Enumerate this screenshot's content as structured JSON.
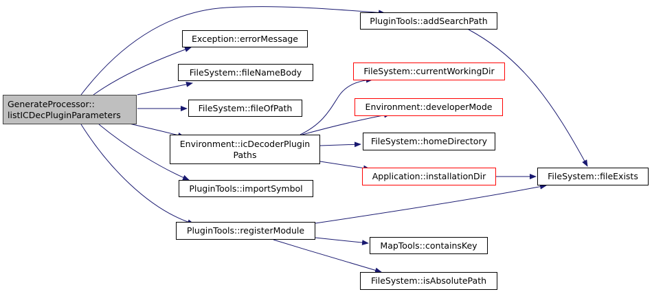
{
  "colors": {
    "edge": "#191970",
    "node_border": "#000000",
    "node_border_warning": "#ff0000",
    "root_fill": "#bfbfbf",
    "background": "#ffffff"
  },
  "nodes": {
    "root": {
      "line1": "GenerateProcessor::",
      "line2": "listICDecPluginParameters"
    },
    "addSearchPath": {
      "label": "PluginTools::addSearchPath"
    },
    "errorMessage": {
      "label": "Exception::errorMessage"
    },
    "fileNameBody": {
      "label": "FileSystem::fileNameBody"
    },
    "fileOfPath": {
      "label": "FileSystem::fileOfPath"
    },
    "icDecoderPluginPaths": {
      "line1": "Environment::icDecoderPlugin",
      "line2": "Paths"
    },
    "importSymbol": {
      "label": "PluginTools::importSymbol"
    },
    "registerModule": {
      "label": "PluginTools::registerModule"
    },
    "currentWorkingDir": {
      "label": "FileSystem::currentWorkingDir"
    },
    "developerMode": {
      "label": "Environment::developerMode"
    },
    "homeDirectory": {
      "label": "FileSystem::homeDirectory"
    },
    "installationDir": {
      "label": "Application::installationDir"
    },
    "fileExists": {
      "label": "FileSystem::fileExists"
    },
    "containsKey": {
      "label": "MapTools::containsKey"
    },
    "isAbsolutePath": {
      "label": "FileSystem::isAbsolutePath"
    }
  },
  "edges": [
    {
      "from": "root",
      "to": "addSearchPath"
    },
    {
      "from": "root",
      "to": "errorMessage"
    },
    {
      "from": "root",
      "to": "fileNameBody"
    },
    {
      "from": "root",
      "to": "fileOfPath"
    },
    {
      "from": "root",
      "to": "icDecoderPluginPaths"
    },
    {
      "from": "root",
      "to": "importSymbol"
    },
    {
      "from": "root",
      "to": "registerModule"
    },
    {
      "from": "addSearchPath",
      "to": "fileExists"
    },
    {
      "from": "icDecoderPluginPaths",
      "to": "currentWorkingDir"
    },
    {
      "from": "icDecoderPluginPaths",
      "to": "developerMode"
    },
    {
      "from": "icDecoderPluginPaths",
      "to": "homeDirectory"
    },
    {
      "from": "icDecoderPluginPaths",
      "to": "installationDir"
    },
    {
      "from": "installationDir",
      "to": "fileExists"
    },
    {
      "from": "registerModule",
      "to": "fileExists"
    },
    {
      "from": "registerModule",
      "to": "containsKey"
    },
    {
      "from": "registerModule",
      "to": "isAbsolutePath"
    }
  ]
}
